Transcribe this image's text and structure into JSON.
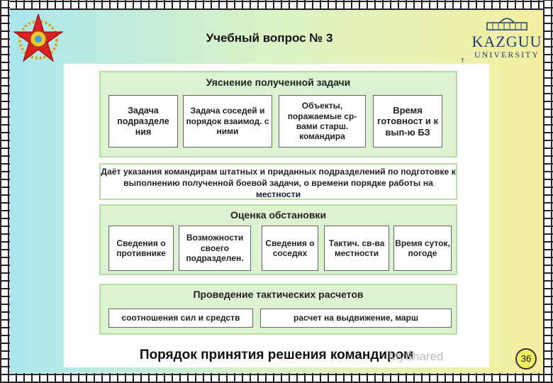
{
  "header": {
    "title": "Учебный вопрос № 3",
    "tick_mark": "т"
  },
  "logo": {
    "name": "KAZGUU",
    "sub": "UNIVERSITY"
  },
  "diagram": {
    "section1": {
      "title": "Уяснение полученной задачи",
      "boxes": [
        "Задача подразделе ния",
        "Задача соседей и порядок взаимод. с ними",
        "Объекты, поражаемые ср-вами старш. командира",
        "Время готовност и к вып-ю БЗ"
      ]
    },
    "instruction": "Даёт указания командирам штатных и приданных подразделений по подготовке к выполнению полученной боевой задачи, о времени порядке работы на местности",
    "section2": {
      "title": "Оценка обстановки",
      "boxes": [
        "Сведения о противнике",
        "Возможности своего подразделен.",
        "Сведения о соседях",
        "Тактич. св-ва местности",
        "Время суток, погоде"
      ]
    },
    "section3": {
      "title": "Проведение тактических расчетов",
      "boxes": [
        "соотношения сил и средств",
        "расчет на выдвижение, марш"
      ]
    },
    "caption": "Порядок принятия решения командиром"
  },
  "watermark": "MyShared",
  "page_number": "36"
}
